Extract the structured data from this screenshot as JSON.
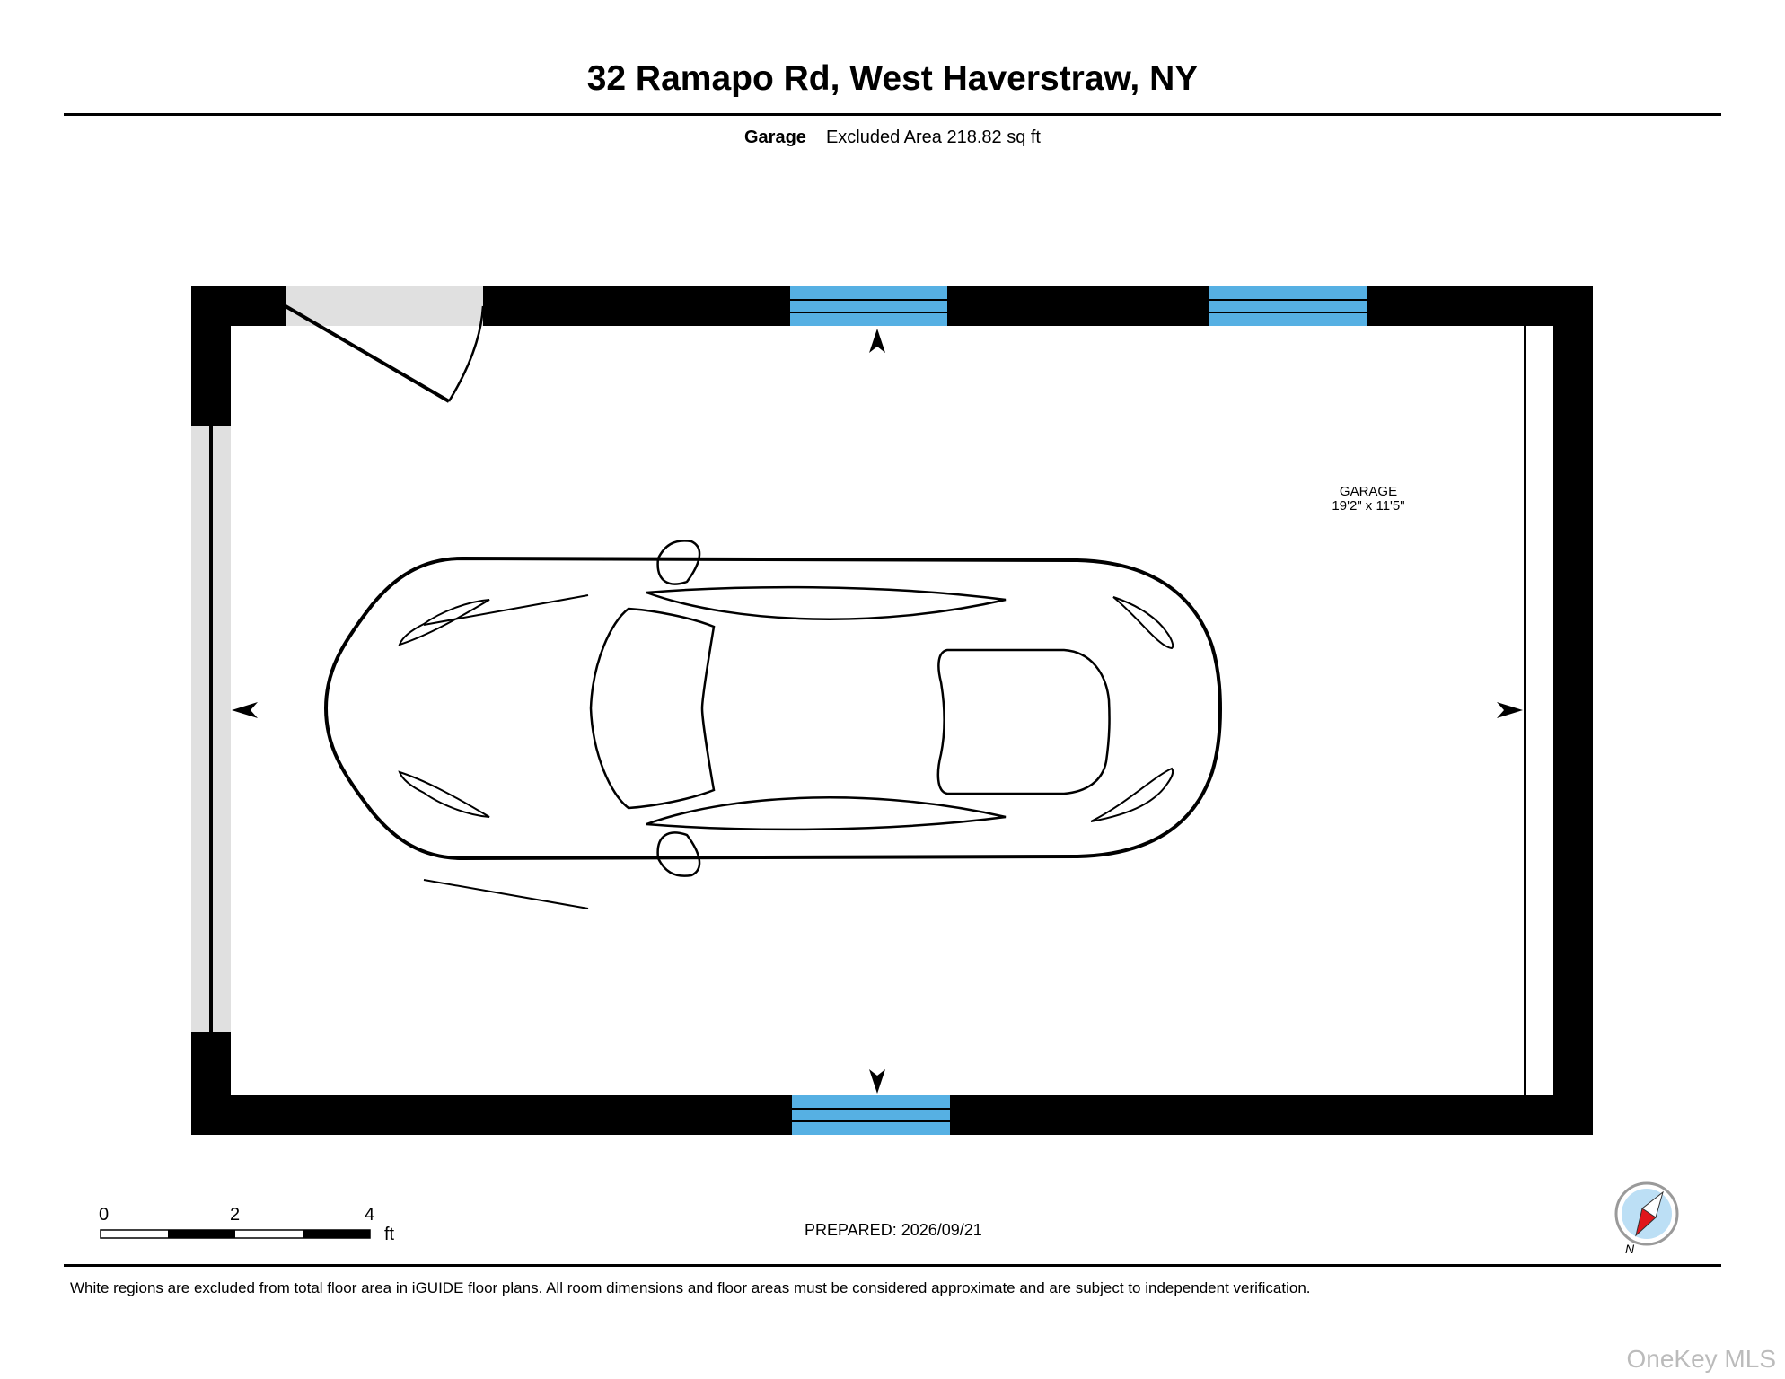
{
  "header": {
    "address": "32 Ramapo Rd, West Haverstraw, NY",
    "room_name": "Garage",
    "area_text": "Excluded Area 218.82 sq ft"
  },
  "plan": {
    "room_label": "GARAGE",
    "room_dims": "19'2\" x 11'5\"",
    "colors": {
      "wall": "#000000",
      "window": "#56b0e3",
      "door_opening": "#e0e0e0",
      "floor": "#ffffff"
    }
  },
  "scale": {
    "ticks": [
      "0",
      "2",
      "4"
    ],
    "unit": "ft"
  },
  "footer": {
    "prepared": "PREPARED: 2026/09/21",
    "disclaimer": "White regions are excluded from total floor area in iGUIDE floor plans. All room dimensions and floor areas must be considered approximate and are subject to independent verification.",
    "watermark": "OneKey MLS"
  },
  "compass": {
    "label": "N",
    "colors": {
      "ring": "#bcdff5",
      "needle": "#e0161b"
    }
  }
}
